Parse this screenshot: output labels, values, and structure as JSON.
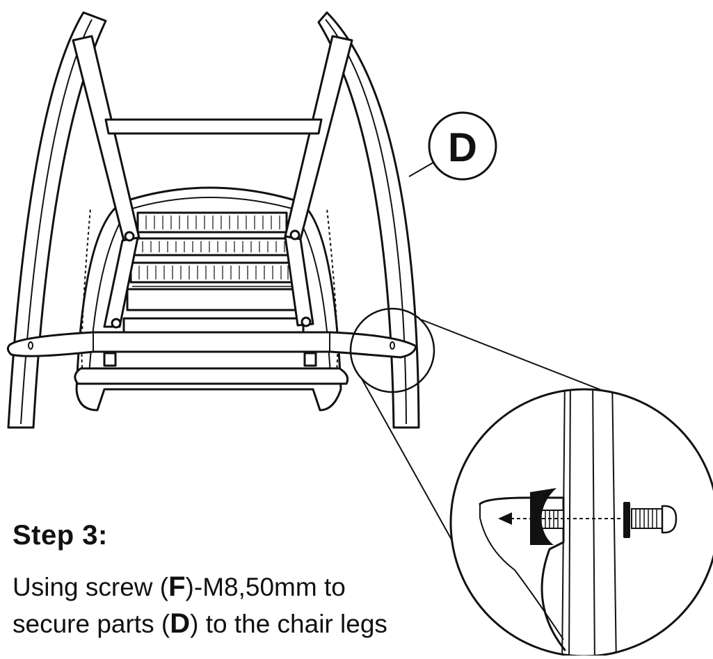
{
  "callout": {
    "part_label": "D"
  },
  "step": {
    "title": "Step 3:",
    "line1_prefix": "Using screw (",
    "line1_part": "F",
    "line1_suffix": ")-M8,50mm to",
    "line2_prefix": "secure parts (",
    "line2_part": "D",
    "line2_suffix": ") to the chair legs"
  },
  "colors": {
    "ink": "#111111",
    "background": "#ffffff"
  }
}
